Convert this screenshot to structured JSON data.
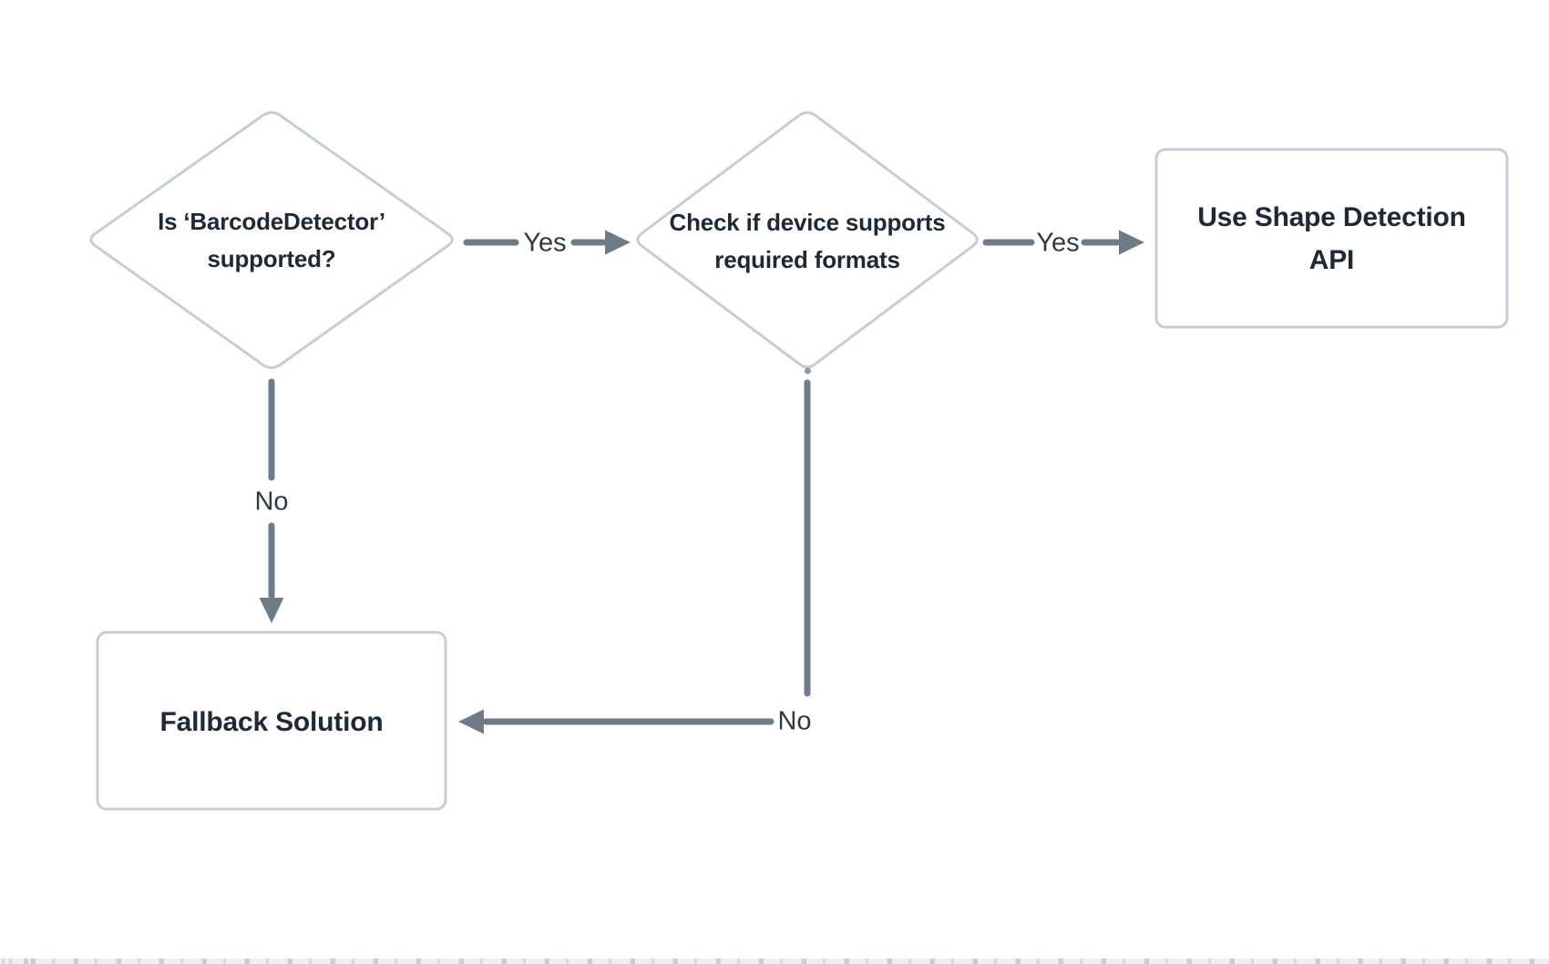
{
  "diagram": {
    "type": "flowchart",
    "background": "#ffffff",
    "colors": {
      "node_border": "#c5cdd8",
      "node_fill": "#ffffff",
      "node_text": "#1d2936",
      "edge": "#6e7b89",
      "edge_label_text": "#2e3944",
      "ruler_strip_bg": "#edeff2",
      "ruler_strip_marks": "#c9ced6"
    },
    "nodes": [
      {
        "id": "check-barcodedetector",
        "shape": "decision-diamond",
        "label": "Is ‘BarcodeDetector’ supported?"
      },
      {
        "id": "check-formats",
        "shape": "decision-diamond",
        "label": "Check if device supports required formats"
      },
      {
        "id": "use-shape-detection",
        "shape": "process-rect",
        "label": "Use Shape Detection API"
      },
      {
        "id": "fallback-solution",
        "shape": "process-rect",
        "label": "Fallback Solution"
      }
    ],
    "edges": [
      {
        "from": "check-barcodedetector",
        "to": "check-formats",
        "label": "Yes",
        "direction": "right"
      },
      {
        "from": "check-formats",
        "to": "use-shape-detection",
        "label": "Yes",
        "direction": "right"
      },
      {
        "from": "check-barcodedetector",
        "to": "fallback-solution",
        "label": "No",
        "direction": "down"
      },
      {
        "from": "check-formats",
        "to": "fallback-solution",
        "label": "No",
        "direction": "down-left"
      }
    ]
  }
}
